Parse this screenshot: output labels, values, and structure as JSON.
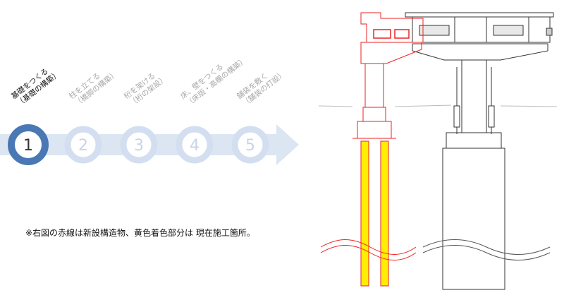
{
  "steps": [
    {
      "number": "1",
      "line1": "基礎をつくる",
      "line2": "（基礎の構築）",
      "active": true
    },
    {
      "number": "2",
      "line1": "柱を立てる",
      "line2": "（橋脚の構築）",
      "active": false
    },
    {
      "number": "3",
      "line1": "桁を架ける",
      "line2": "（桁の架設）",
      "active": false
    },
    {
      "number": "4",
      "line1": "床、壁をつくる",
      "line2": "（床版・高欄の構築）",
      "active": false
    },
    {
      "number": "5",
      "line1": "舗装を敷く",
      "line2": "（舗装の打設）",
      "active": false
    }
  ],
  "note": "※右図の赤線は新設構造物、黄色着色部分は 現在施工箇所。",
  "colors": {
    "active_circle": "#4a78b4",
    "inactive_circle": "#d3dff0",
    "arrow": "#dce6f3",
    "new_structure": "#ee2222",
    "current_work": "#ffee00",
    "existing": "#333333"
  }
}
